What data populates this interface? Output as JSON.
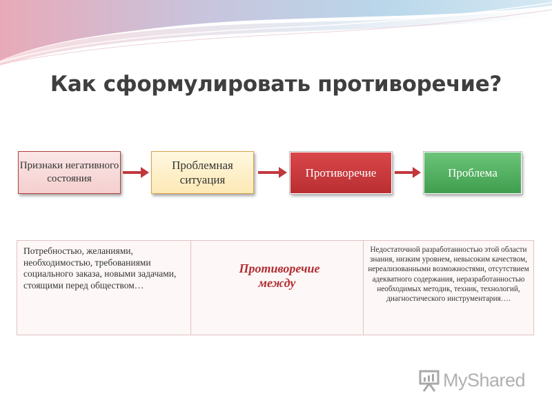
{
  "slide": {
    "title": "Как сформулировать противоречие?"
  },
  "flow": {
    "boxes": [
      {
        "label": "Признаки негативного состояния"
      },
      {
        "label": "Проблемная ситуация"
      },
      {
        "label": "Противоречие"
      },
      {
        "label": "Проблема"
      }
    ]
  },
  "table": {
    "left_text": "Потребностью, желаниями, необходимостью, требованиями социального заказа, новыми задачами, стоящими перед обществом…",
    "center_text": "Противоречие между",
    "right_text": "Недостаточной разработанностью этой области знания, низким уровнем, невысоким качеством, нереализованными возможностями, отсутствием адекватного содержания, неразработанностью необходимых методик, техник, технологий, диагностического инструментария…."
  },
  "watermark": {
    "text": "MyShared",
    "icon": "presentation-board-icon"
  },
  "colors": {
    "title": "#3f3f3f",
    "arrow": "#c0383c",
    "contradiction_box": "#c93a3d",
    "problem_box": "#52ae60",
    "situation_box": "#fdedc2",
    "signs_box": "#f8d9d9",
    "center_text": "#b22c30"
  }
}
